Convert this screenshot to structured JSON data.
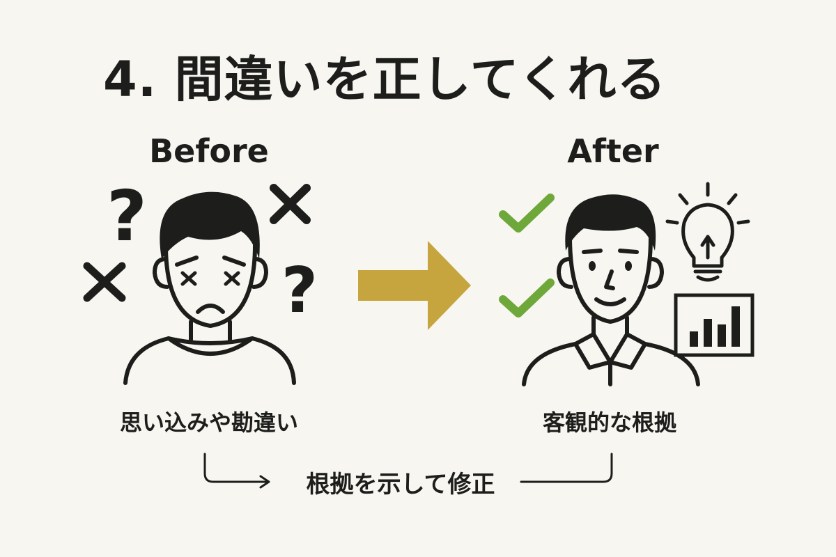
{
  "title": "4. 間違いを正してくれる",
  "before": {
    "label": "Before",
    "caption": "思い込みや勘違い",
    "question_mark": "?"
  },
  "after": {
    "label": "After",
    "caption": "客観的な根拠"
  },
  "bottom_note": "根拠を示して修正",
  "colors": {
    "arrow": "#c6a53e",
    "check": "#6fa83a",
    "ink": "#1d1d1b",
    "background": "#f7f6f1"
  }
}
